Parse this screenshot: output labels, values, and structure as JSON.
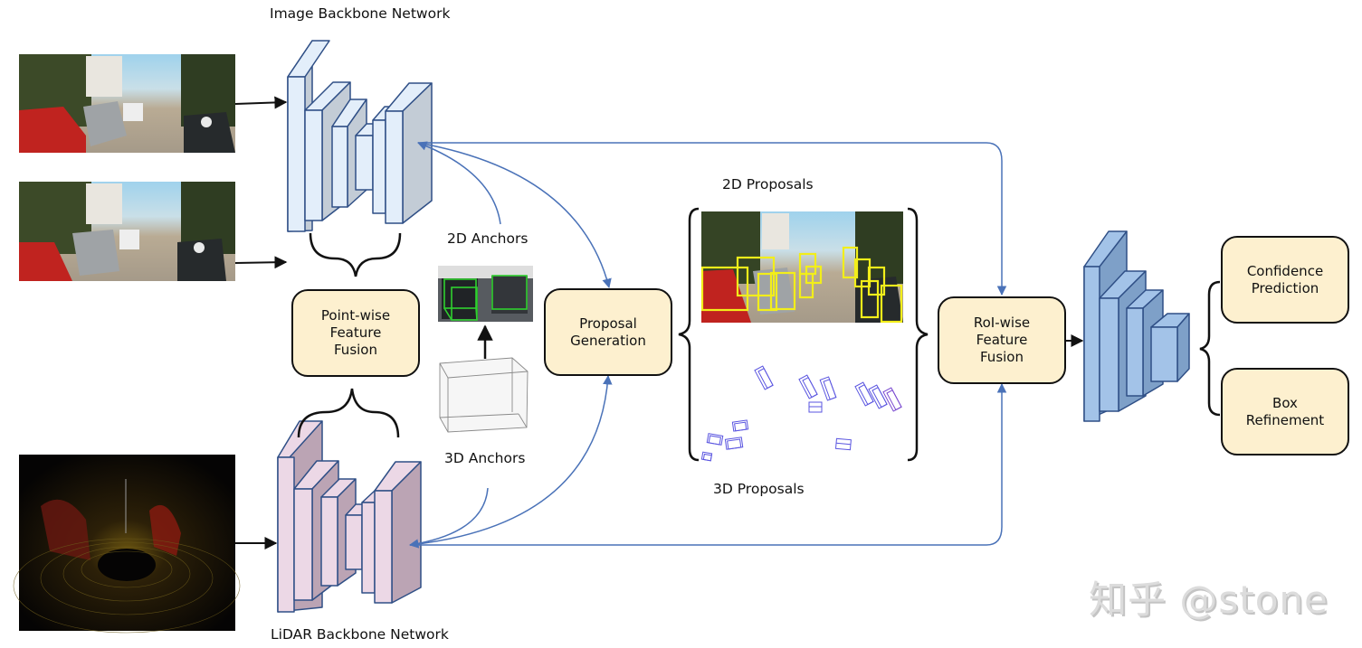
{
  "labels": {
    "image_backbone": "Image Backbone Network",
    "lidar_backbone": "LiDAR Backbone Network",
    "anchors_2d": "2D Anchors",
    "anchors_3d": "3D Anchors",
    "proposals_2d": "2D Proposals",
    "proposals_3d": "3D Proposals"
  },
  "boxes": {
    "point_wise_fusion": "Point-wise\nFeature\nFusion",
    "proposal_generation": "Proposal\nGeneration",
    "roi_wise_fusion": "RoI-wise\nFeature\nFusion",
    "confidence_prediction": "Confidence\nPrediction",
    "box_refinement": "Box\nRefinement"
  },
  "images": {
    "camera_frame_1": "street scene camera image",
    "camera_frame_2": "street scene camera image",
    "lidar_scan": "LiDAR point cloud",
    "anchors_2d_crop": "cars with green 2D anchor boxes",
    "anchors_3d_box": "3D anchor wireframe",
    "proposals_2d_scene": "street scene with yellow 2D proposal boxes",
    "proposals_3d_scene": "blue 3D proposal wireframes"
  },
  "colors": {
    "image_backbone_face": "#e3eefa",
    "image_backbone_side": "#c3ccd6",
    "lidar_backbone_face": "#ecd8e6",
    "lidar_backbone_side": "#bba4b4",
    "head_face": "#a3c3e8",
    "head_side": "#7ea0c8",
    "outline": "#2f4f86",
    "box_fill": "#fdf0cf",
    "arrow_blue": "#4a72b8",
    "proposal_yellow": "#f2ee1a",
    "anchor_green": "#2fd02f",
    "proposal_3d_blue": "#5a55e0"
  },
  "watermark": "知乎 @stone"
}
